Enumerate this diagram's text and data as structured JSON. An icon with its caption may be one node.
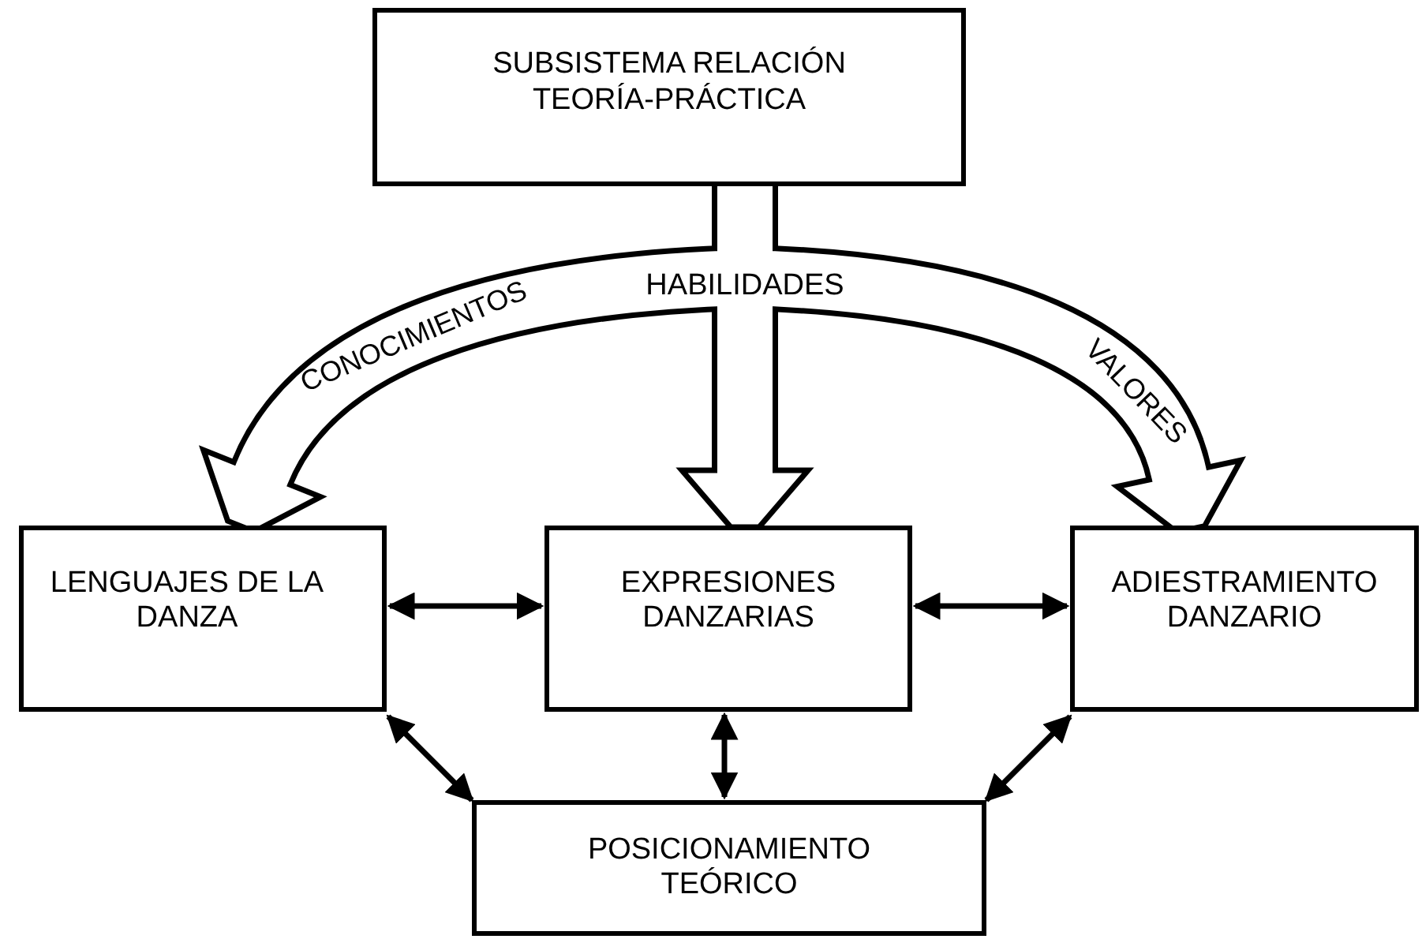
{
  "diagram": {
    "nodes": [
      {
        "text": [
          "SUBSISTEMA RELACIÓN TEORÍA-PRÁCTICA"
        ]
      },
      {
        "text": [
          "LENGUAJES DE LA DANZA"
        ]
      },
      {
        "text": [
          "EXPRESIONES DANZARIAS"
        ]
      },
      {
        "text": [
          "ADIESTRAMIENTO DANZARIO"
        ]
      },
      {
        "text": [
          "POSICIONAMIENTO TEÓRICO"
        ]
      }
    ],
    "edges": [
      {
        "from": 0,
        "to": 1,
        "arrow": "to",
        "label": "CONOCIMIENTOS",
        "style": "thick"
      },
      {
        "from": 0,
        "to": 2,
        "arrow": "to",
        "label": "HABILIDADES",
        "style": "thick"
      },
      {
        "from": 0,
        "to": 3,
        "arrow": "to",
        "label": "VALORES",
        "style": "thick"
      },
      {
        "from": 1,
        "to": 2,
        "arrow": "both"
      },
      {
        "from": 2,
        "to": 3,
        "arrow": "both"
      },
      {
        "from": 2,
        "to": 4,
        "arrow": "both"
      },
      {
        "from": 1,
        "to": 4,
        "arrow": "both"
      },
      {
        "from": 3,
        "to": 4,
        "arrow": "both"
      }
    ]
  }
}
